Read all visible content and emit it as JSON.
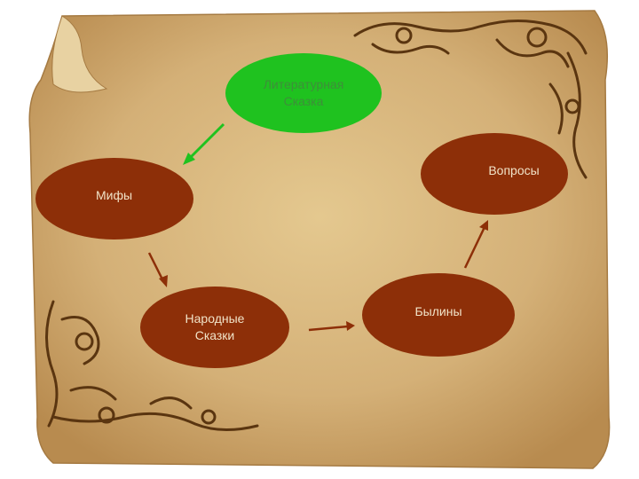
{
  "nodes": {
    "literary": {
      "label": "Литературная\nСказка",
      "color": "#1fc21f"
    },
    "myths": {
      "label": "Мифы",
      "color": "#8d2f08"
    },
    "questions": {
      "label": "Вопросы",
      "color": "#8d2f08"
    },
    "folk": {
      "label": "Народные\nСказки",
      "color": "#8d2f08"
    },
    "byliny": {
      "label": "Былины",
      "color": "#8d2f08"
    }
  },
  "colors": {
    "parchment": "#d6b47c",
    "ornament": "#5a3510",
    "arrow_green": "#1fc21f",
    "arrow_red": "#8d2f08"
  }
}
